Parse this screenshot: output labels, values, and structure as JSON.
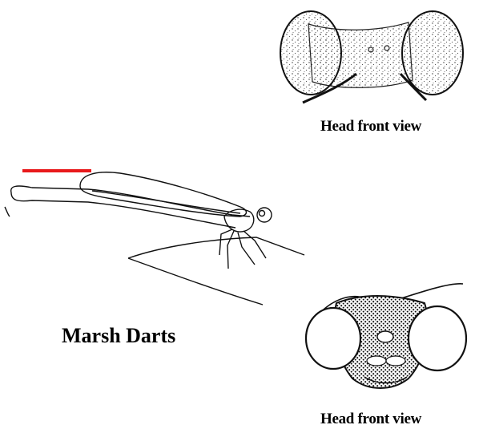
{
  "title": "Marsh Darts",
  "head_views": [
    {
      "caption": "Head front view"
    },
    {
      "caption": "Head front view"
    }
  ],
  "colors": {
    "pointer_line": "#e8191b",
    "ink": "#000000",
    "background": "#ffffff"
  }
}
